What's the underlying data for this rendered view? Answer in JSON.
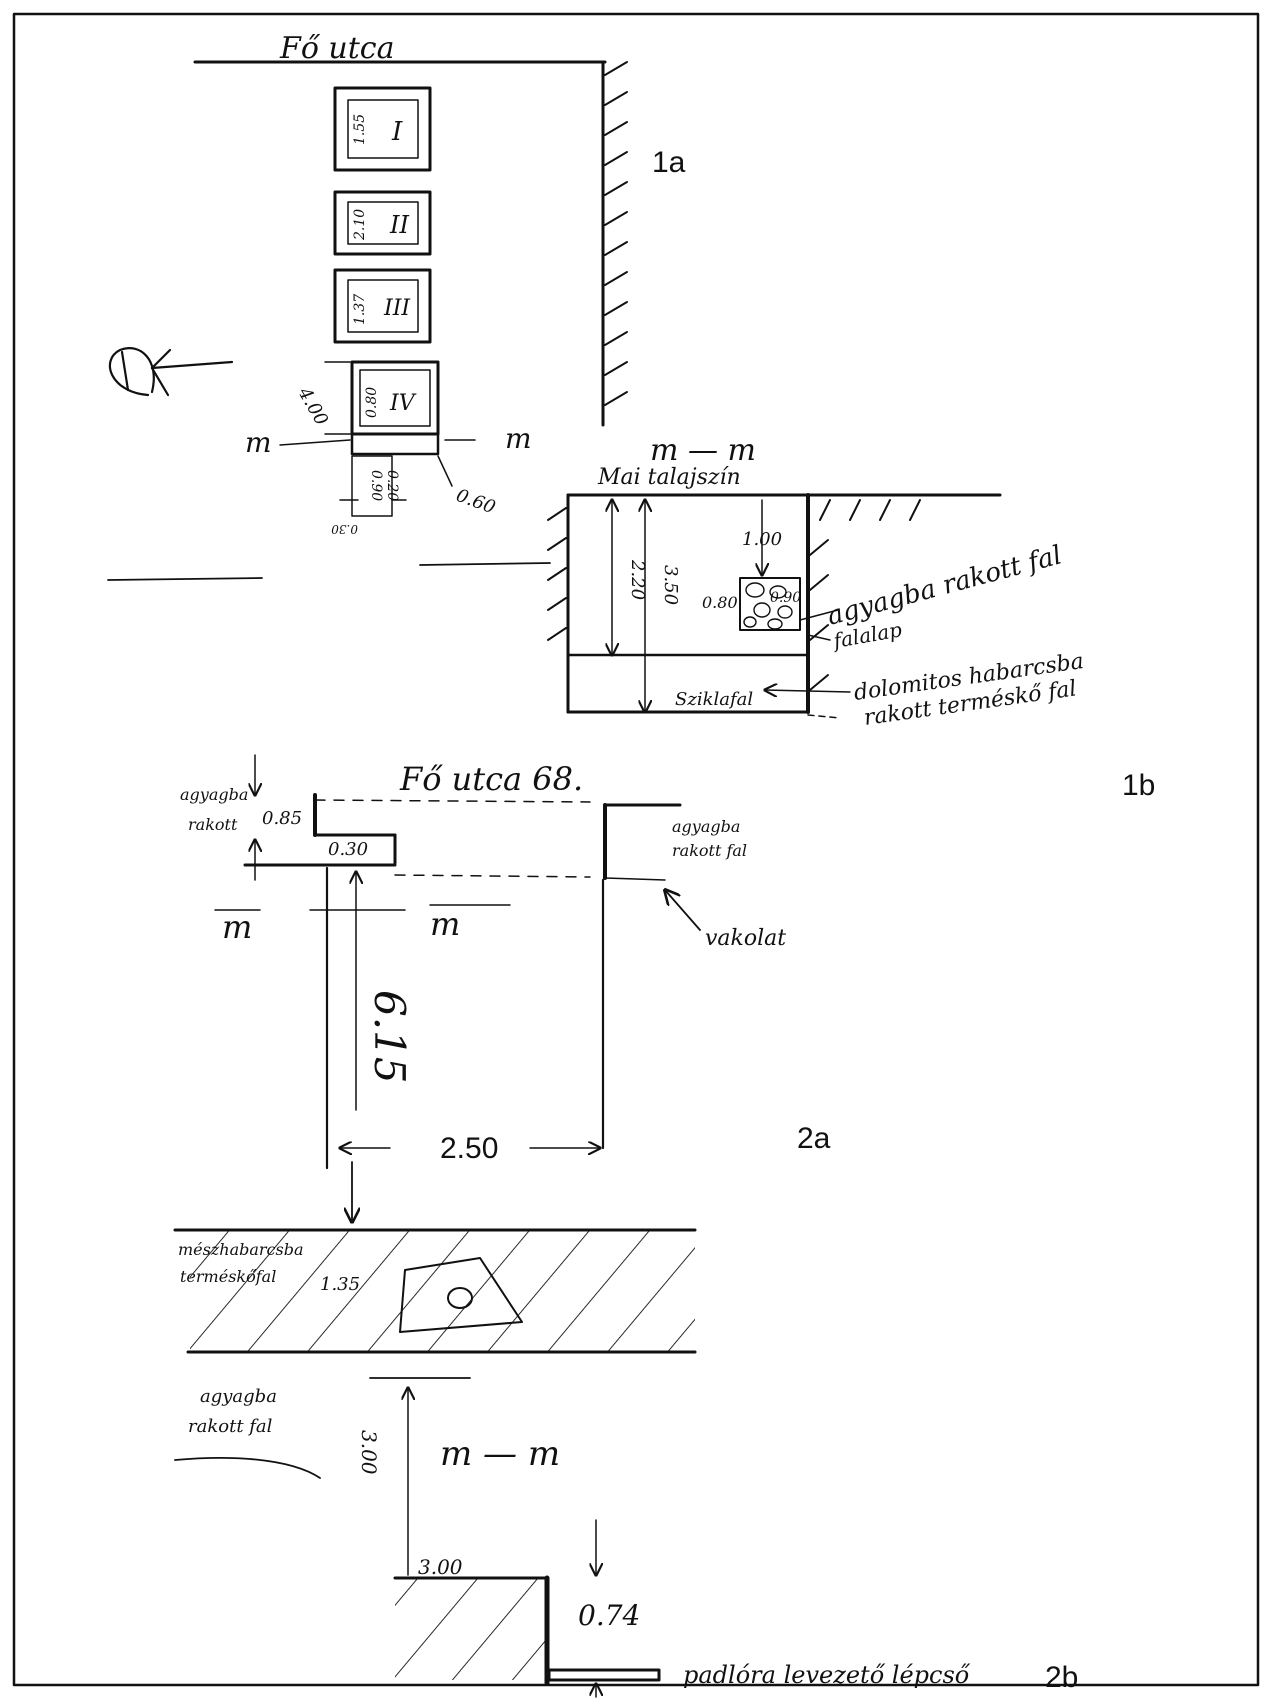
{
  "figure_labels": {
    "fig_1a": "1a",
    "fig_1b": "1b",
    "fig_2a": "2a",
    "fig_2b": "2b"
  },
  "plan_1a": {
    "street": "Fő utca",
    "room_1": "I",
    "room_1_val": "1.55",
    "room_2": "II",
    "room_2_val": "2.10",
    "room_3": "III",
    "room_3_val": "1.37",
    "room_4": "IV",
    "room_4_val": "0.80",
    "dim_400": "4.00",
    "dim_090": "0.90",
    "dim_060": "0.60",
    "dim_030": "0.30",
    "dim_020": "0.20",
    "section_mark_left": "m",
    "section_mark_right": "m"
  },
  "section_1b": {
    "title": "m — m",
    "ground_level": "Mai talajszín",
    "dim_220": "2.20",
    "dim_350": "3.50",
    "dim_100": "1.00",
    "dim_080": "0.80",
    "dim_090": "0.90",
    "wall_clay": "agyagba rakott fal",
    "foundation": "falalap",
    "dolomite_wall_line1": "dolomitos habarcsba",
    "dolomite_wall_line2": "rakott terméskő fal",
    "floor": "Sziklafal"
  },
  "plan_2a": {
    "street": "Fő utca 68.",
    "dim_085": "0.85",
    "dim_030": "0.30",
    "clay_wall_left_1": "agyagba",
    "clay_wall_left_2": "rakott",
    "clay_wall_right_1": "agyagba",
    "clay_wall_right_2": "rakott fal",
    "plaster": "vakolat",
    "dim_615": "6.15",
    "dim_250": "2.50",
    "mark_left": "m",
    "mark_right": "m",
    "stone_wall_1": "mészhabarcsba",
    "stone_wall_2": "terméskőfal",
    "dim_135": "1.35",
    "clay_wall_bottom_1": "agyagba",
    "clay_wall_bottom_2": "rakott fal"
  },
  "section_2b": {
    "title": "m — m",
    "dim_300_vert": "3.00",
    "dim_300": "3.00",
    "dim_074": "0.74",
    "stair": "padlóra levezető lépcső"
  }
}
